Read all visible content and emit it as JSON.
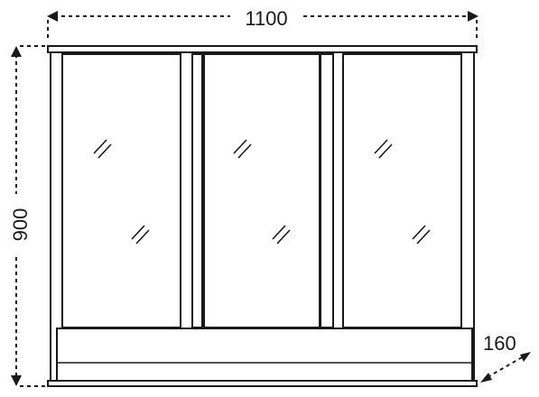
{
  "dimensions": {
    "width_label": "1100",
    "height_label": "900",
    "depth_label": "160"
  },
  "cabinet": {
    "doors": 3
  },
  "colors": {
    "line": "#1a1a1a",
    "background": "#ffffff"
  }
}
